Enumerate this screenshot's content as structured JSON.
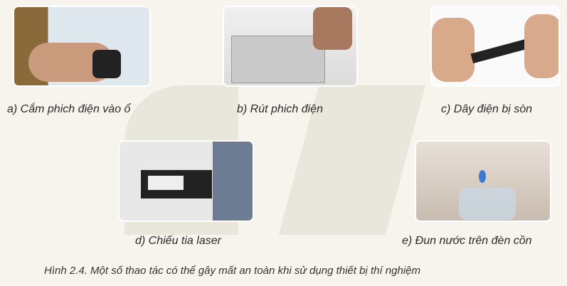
{
  "figures": [
    {
      "label": "a) Cắm phich điện vào ổ"
    },
    {
      "label": "b) Rút phich điện"
    },
    {
      "label": "c) Dây điện bị sòn"
    },
    {
      "label": "d) Chiếu tia laser"
    },
    {
      "label": "e) Đun nước trên đèn cồn"
    }
  ],
  "caption": "Hình 2.4. Một số thao tác có thể gây mất an toàn khi sử dụng thiết bị thí nghiệm"
}
